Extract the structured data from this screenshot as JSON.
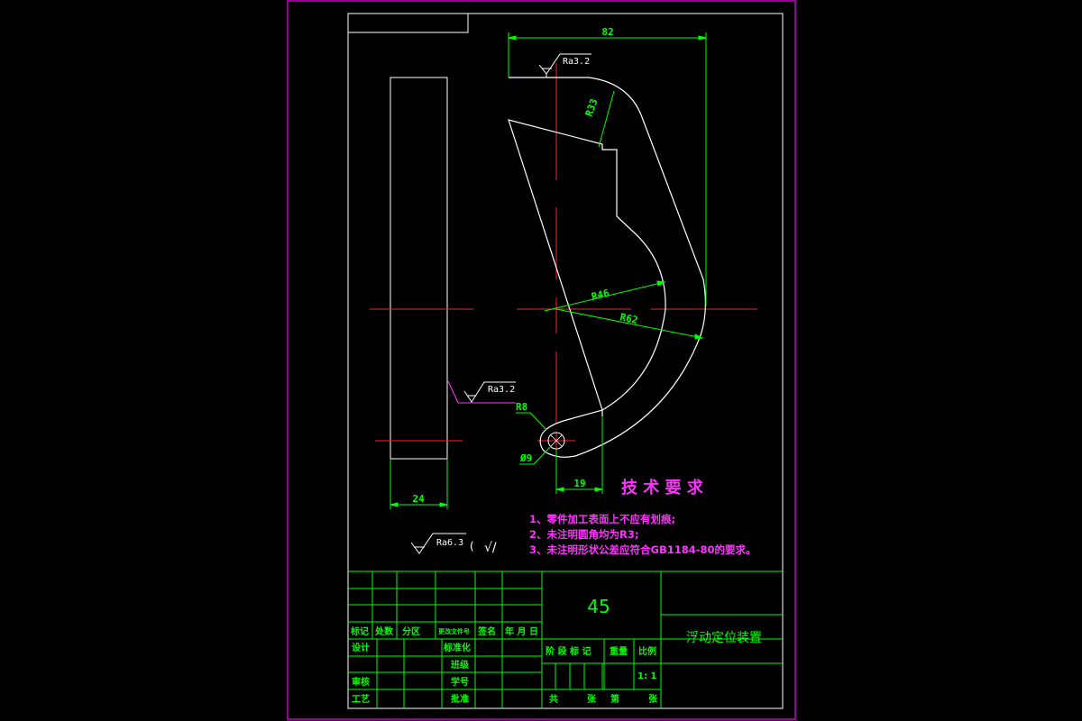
{
  "colors": {
    "background": "#000000",
    "frame": "#cc00cc",
    "outline": "#ffffff",
    "centerline": "#ff2020",
    "dimension": "#00ff00",
    "annotation": "#ff33ff"
  },
  "dimensions": {
    "width_top": "82",
    "radius_small": "R33",
    "radius_inner": "R46",
    "radius_outer": "R62",
    "radius_hole": "R8",
    "hole_diameter": "Ø9",
    "offset_bottom": "19",
    "thickness": "24"
  },
  "roughness": {
    "top": "Ra3.2",
    "side": "Ra3.2",
    "general": "Ra6.3",
    "general_paren": "(",
    "general_check": "√/"
  },
  "tech_requirements": {
    "title": "技 术 要 求",
    "items": [
      "1、零件加工表面上不应有划痕;",
      "2、未注明圆角均为R3;",
      "3、未注明形状公差应符合GB1184-80的要求。"
    ]
  },
  "title_block": {
    "material": "45",
    "part_name": "浮动定位装置",
    "labels": {
      "mark": "标记",
      "count": "处数",
      "zone": "分区",
      "doc_no": "更改文件号",
      "signature": "签名",
      "date": "年 月 日",
      "design": "设计",
      "standardize": "标准化",
      "class": "班级",
      "review": "审核",
      "student_no": "学号",
      "process": "工艺",
      "approve": "批准",
      "stage_mark": "阶 段 标 记",
      "weight": "重量",
      "scale": "比例",
      "scale_value": "1: 1",
      "total": "共",
      "sheets": "张",
      "sheet_no": "第",
      "sheet": "张"
    }
  }
}
